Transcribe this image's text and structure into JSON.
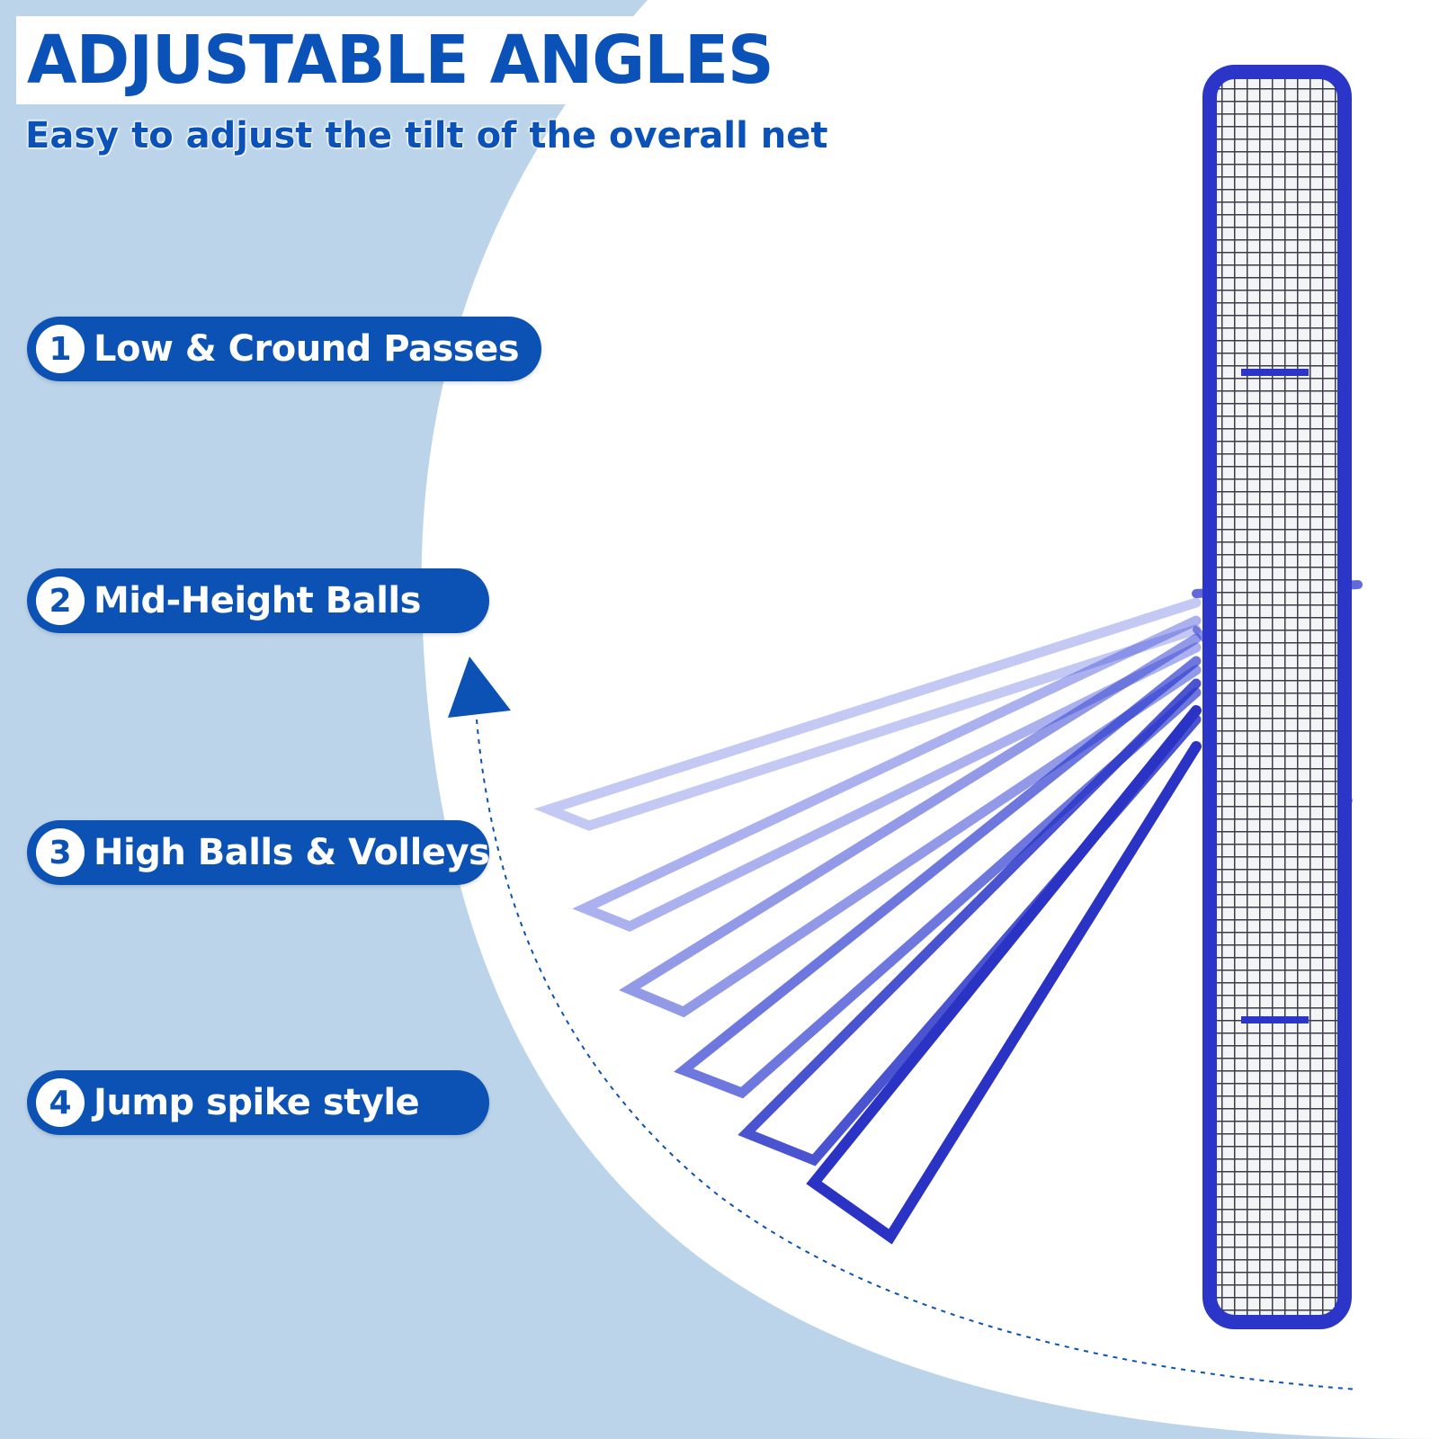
{
  "header": {
    "title": "ADJUSTABLE ANGLES",
    "subtitle": "Easy to adjust the tilt of the overall net"
  },
  "features": [
    {
      "number": "1",
      "label": "Low & Cround Passes"
    },
    {
      "number": "2",
      "label": "Mid-Height Balls"
    },
    {
      "number": "3",
      "label": "High Balls & Volleys"
    },
    {
      "number": "4",
      "label": "Jump spike style"
    }
  ],
  "colors": {
    "background": "#bcd4ea",
    "panel": "#ffffff",
    "brand_blue": "#0c52b4",
    "frame_blue": "#2b36c8",
    "net": "#3a3d47"
  },
  "icons": {
    "direction_arrow": "triangle-up-icon"
  }
}
